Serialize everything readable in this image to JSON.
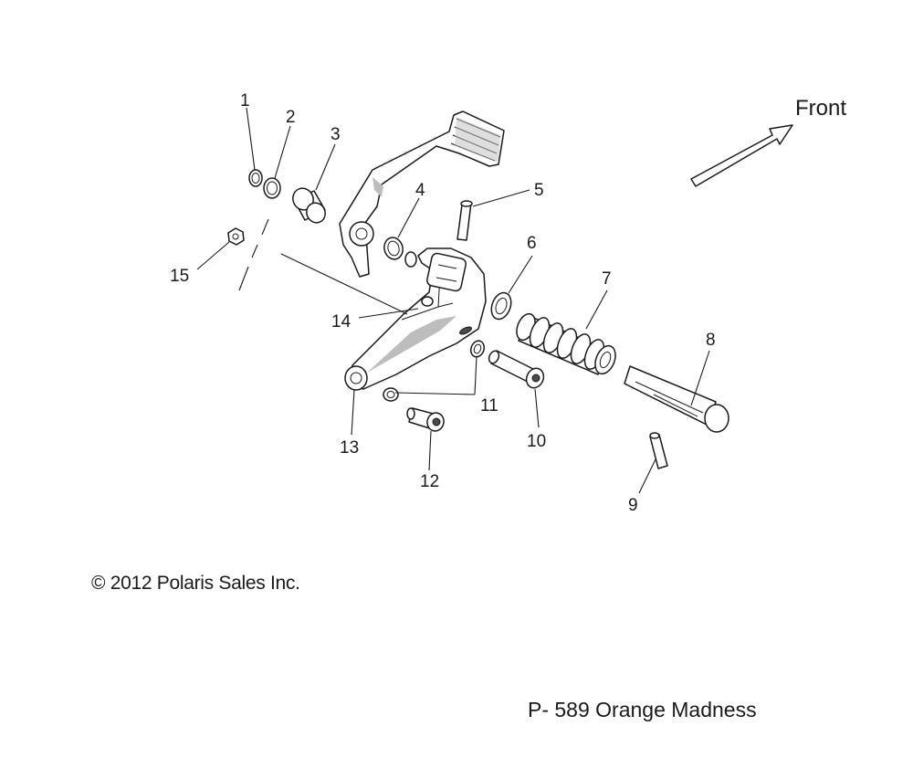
{
  "diagram": {
    "front_label": "Front",
    "copyright": "© 2012 Polaris Sales Inc.",
    "title": "P- 589 Orange Madness",
    "callouts": [
      {
        "id": "1",
        "text": "1"
      },
      {
        "id": "2",
        "text": "2"
      },
      {
        "id": "3",
        "text": "3"
      },
      {
        "id": "4",
        "text": "4"
      },
      {
        "id": "5",
        "text": "5"
      },
      {
        "id": "6",
        "text": "6"
      },
      {
        "id": "7",
        "text": "7"
      },
      {
        "id": "8",
        "text": "8"
      },
      {
        "id": "9",
        "text": "9"
      },
      {
        "id": "10",
        "text": "10"
      },
      {
        "id": "11",
        "text": "11"
      },
      {
        "id": "12",
        "text": "12"
      },
      {
        "id": "13",
        "text": "13"
      },
      {
        "id": "14",
        "text": "14"
      },
      {
        "id": "15",
        "text": "15"
      }
    ]
  }
}
